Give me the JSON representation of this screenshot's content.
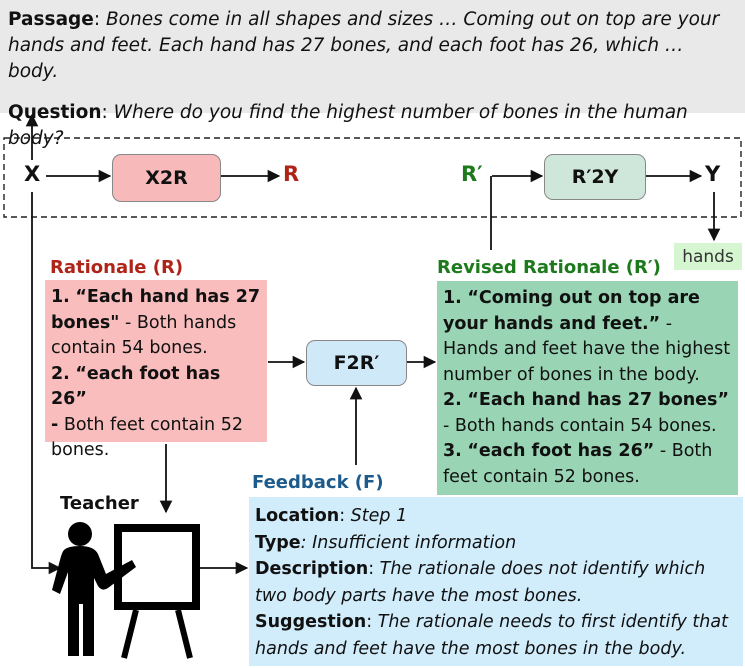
{
  "passage": {
    "label": "Passage",
    "text": "Bones come in all shapes and sizes … Coming out on top are your hands and feet. Each hand has 27 bones, and each foot has 26, which … body."
  },
  "question": {
    "label": "Question",
    "text": "Where do you find the highest number of bones in the human body?"
  },
  "nodes": {
    "x": "X",
    "x2r": "X2R",
    "r": "R",
    "r_prime": "R′",
    "r2y": "R′2Y",
    "y": "Y",
    "f2r": "F2R′"
  },
  "answer": "hands",
  "rationale": {
    "title": "Rationale (R)",
    "steps": [
      {
        "num": "1.",
        "quote": "“Each hand has 27 bones\"",
        "text": " - Both hands contain 54 bones."
      },
      {
        "num": "2.",
        "quote": "“each foot has 26”",
        "dash": " -",
        "text": " Both feet contain 52 bones."
      }
    ]
  },
  "revised_rationale": {
    "title": "Revised Rationale (R′)",
    "steps": [
      {
        "num": "1.",
        "quote": "“Coming out on top are your hands and feet.”",
        "text": " - Hands and feet have the highest number of bones in the body."
      },
      {
        "num": "2.",
        "quote": "“Each hand has 27 bones”",
        "text": " - Both hands contain 54 bones."
      },
      {
        "num": "3.",
        "quote": "“each foot has 26”",
        "text": " - Both feet contain 52 bones."
      }
    ]
  },
  "feedback": {
    "title": "Feedback (F)",
    "location_label": "Location",
    "location_value": "Step 1",
    "type_label": "Type",
    "type_value": "Insufficient information",
    "description_label": "Description",
    "description_value": "The rationale does not identify which two body parts have the most bones.",
    "suggestion_label": "Suggestion",
    "suggestion_value": "The rationale needs to first identify that hands and feet have the most bones in the body."
  },
  "teacher": {
    "title": "Teacher",
    "icon": "teacher-icon"
  },
  "colors": {
    "rationale_bg": "#f9bdbd",
    "revised_bg": "#99d5b4",
    "feedback_bg": "#d1ecfb",
    "rationale_title": "#b02418",
    "revised_title": "#1c7a1c",
    "feedback_title": "#1d5b8c"
  }
}
